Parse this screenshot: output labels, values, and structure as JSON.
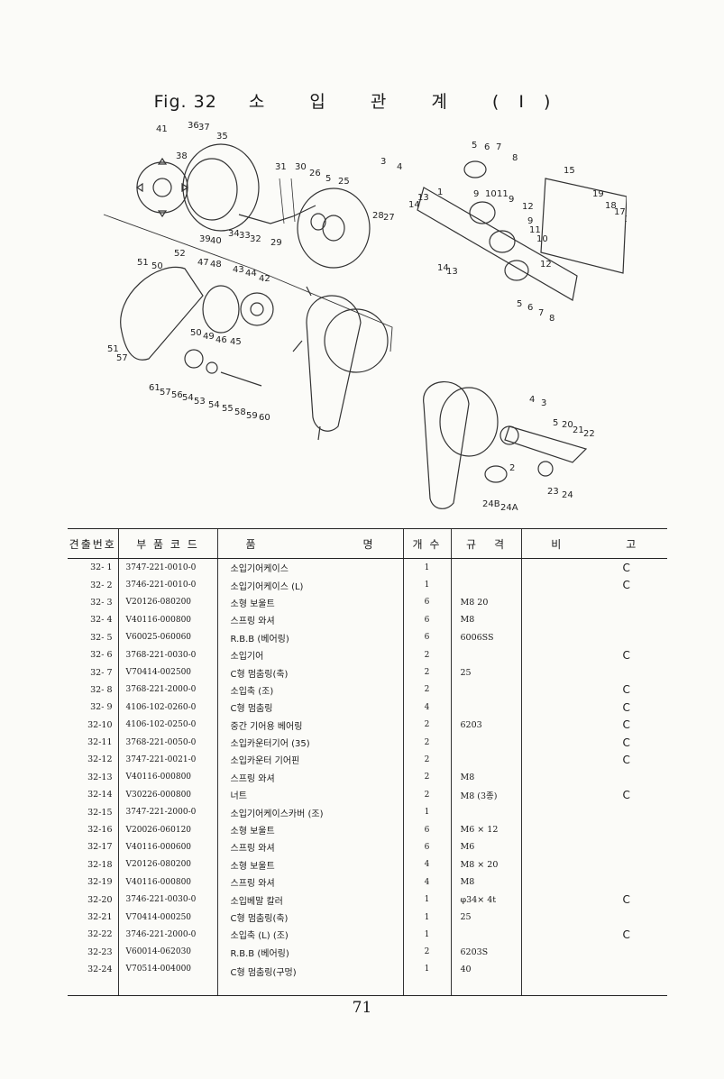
{
  "header": {
    "fig": "Fig. 32",
    "title": "소 입 관 계 (I)"
  },
  "diagram_labels": [
    "41",
    "36",
    "37",
    "35",
    "38",
    "31",
    "30",
    "26",
    "5",
    "25",
    "3",
    "4",
    "1",
    "13",
    "14",
    "5",
    "6",
    "7",
    "8",
    "9",
    "10",
    "11",
    "9",
    "12",
    "15",
    "19",
    "18",
    "17",
    "16",
    "10",
    "11",
    "9",
    "12",
    "14",
    "13",
    "28",
    "27",
    "39",
    "40",
    "34",
    "33",
    "32",
    "29",
    "52",
    "51",
    "50",
    "47",
    "48",
    "43",
    "44",
    "42",
    "51",
    "57",
    "50",
    "49",
    "46",
    "45",
    "5",
    "6",
    "7",
    "8",
    "61",
    "57",
    "56",
    "54",
    "53",
    "54",
    "55",
    "58",
    "59",
    "60",
    "4",
    "3",
    "5",
    "20",
    "21",
    "22",
    "2",
    "23",
    "24",
    "24B",
    "24A"
  ],
  "table": {
    "columns": [
      "견출번호",
      "부 품 코 드",
      "품",
      "명",
      "개 수",
      "규",
      "격",
      "비",
      "고"
    ],
    "rows": [
      {
        "no": "32- 1",
        "code": "3747-221-0010-0",
        "name": "소입기어케이스",
        "qty": "1",
        "spec": "",
        "note": "C"
      },
      {
        "no": "32- 2",
        "code": "3746-221-0010-0",
        "name": "소입기어케이스 (L)",
        "qty": "1",
        "spec": "",
        "note": "C"
      },
      {
        "no": "32- 3",
        "code": "V20126-080200",
        "name": "소형 보울트",
        "qty": "6",
        "spec": "M8   20",
        "note": ""
      },
      {
        "no": "32- 4",
        "code": "V40116-000800",
        "name": "스프링 와셔",
        "qty": "6",
        "spec": "M8",
        "note": ""
      },
      {
        "no": "32- 5",
        "code": "V60025-060060",
        "name": "R.B.B (베어링)",
        "qty": "6",
        "spec": "6006SS",
        "note": ""
      },
      {
        "no": "32- 6",
        "code": "3768-221-0030-0",
        "name": "소입기어",
        "qty": "2",
        "spec": "",
        "note": "C"
      },
      {
        "no": "32- 7",
        "code": "V70414-002500",
        "name": "C형 멈춤링(축)",
        "qty": "2",
        "spec": "25",
        "note": ""
      },
      {
        "no": "32- 8",
        "code": "3768-221-2000-0",
        "name": "소입축 (조)",
        "qty": "2",
        "spec": "",
        "note": "C"
      },
      {
        "no": "32- 9",
        "code": "4106-102-0260-0",
        "name": "C형 멈춤링",
        "qty": "4",
        "spec": "",
        "note": "C"
      },
      {
        "no": "32-10",
        "code": "4106-102-0250-0",
        "name": "중간 기어용 베어링",
        "qty": "2",
        "spec": "6203",
        "note": "C"
      },
      {
        "no": "32-11",
        "code": "3768-221-0050-0",
        "name": "소입카운터기어 (35)",
        "qty": "2",
        "spec": "",
        "note": "C"
      },
      {
        "no": "32-12",
        "code": "3747-221-0021-0",
        "name": "소입카운터 기어핀",
        "qty": "2",
        "spec": "",
        "note": "C"
      },
      {
        "no": "32-13",
        "code": "V40116-000800",
        "name": "스프링 와셔",
        "qty": "2",
        "spec": "M8",
        "note": ""
      },
      {
        "no": "32-14",
        "code": "V30226-000800",
        "name": "너트",
        "qty": "2",
        "spec": "M8 (3종)",
        "note": "C"
      },
      {
        "no": "32-15",
        "code": "3747-221-2000-0",
        "name": "소입기어케이스카버 (조)",
        "qty": "1",
        "spec": "",
        "note": ""
      },
      {
        "no": "32-16",
        "code": "V20026-060120",
        "name": "소형 보울트",
        "qty": "6",
        "spec": "M6 × 12",
        "note": ""
      },
      {
        "no": "32-17",
        "code": "V40116-000600",
        "name": "스프링 와셔",
        "qty": "6",
        "spec": "M6",
        "note": ""
      },
      {
        "no": "32-18",
        "code": "V20126-080200",
        "name": "소형 보울트",
        "qty": "4",
        "spec": "M8 × 20",
        "note": ""
      },
      {
        "no": "32-19",
        "code": "V40116-000800",
        "name": "스프링 와셔",
        "qty": "4",
        "spec": "M8",
        "note": ""
      },
      {
        "no": "32-20",
        "code": "3746-221-0030-0",
        "name": "소입베말 칼러",
        "qty": "1",
        "spec": "φ34× 4t",
        "note": "C"
      },
      {
        "no": "32-21",
        "code": "V70414-000250",
        "name": "C형 멈춤링(축)",
        "qty": "1",
        "spec": "25",
        "note": ""
      },
      {
        "no": "32-22",
        "code": "3746-221-2000-0",
        "name": "소입축 (L) (조)",
        "qty": "1",
        "spec": "",
        "note": "C"
      },
      {
        "no": "32-23",
        "code": "V60014-062030",
        "name": "R.B.B (베어링)",
        "qty": "2",
        "spec": "6203S",
        "note": ""
      },
      {
        "no": "32-24",
        "code": "V70514-004000",
        "name": "C형 멈춤링(구멍)",
        "qty": "1",
        "spec": "40",
        "note": ""
      }
    ]
  },
  "footer": {
    "page_number": "71"
  }
}
